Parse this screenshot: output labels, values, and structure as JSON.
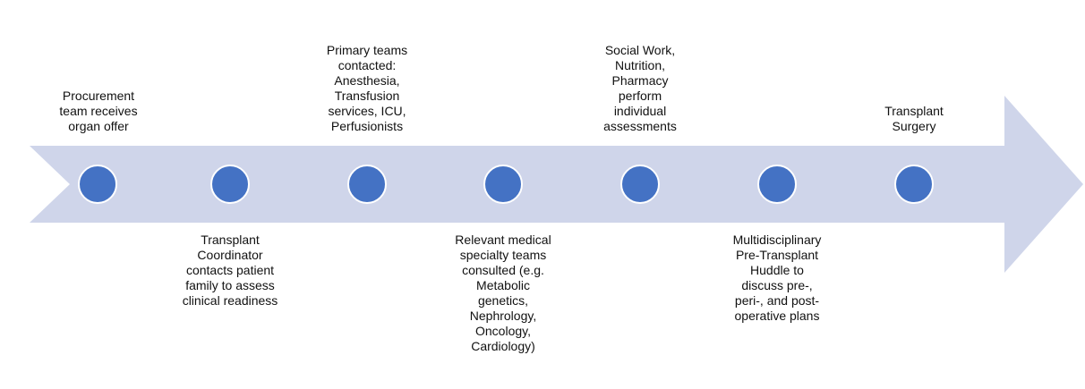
{
  "colors": {
    "arrow": "#cfd5ea",
    "marker": "#4472c4"
  },
  "timeline": {
    "steps": [
      {
        "label": "Procurement\nteam receives\norgan offer",
        "position": "above"
      },
      {
        "label": "Transplant\nCoordinator\ncontacts patient\nfamily to assess\nclinical readiness",
        "position": "below"
      },
      {
        "label": "Primary teams\ncontacted:\nAnesthesia,\nTransfusion\nservices, ICU,\nPerfusionists",
        "position": "above"
      },
      {
        "label": "Relevant medical\nspecialty teams\nconsulted (e.g.\nMetabolic\ngenetics,\nNephrology,\nOncology,\nCardiology)",
        "position": "below"
      },
      {
        "label": "Social Work,\nNutrition,\nPharmacy\nperform\nindividual\nassessments",
        "position": "above"
      },
      {
        "label": "Multidisciplinary\nPre-Transplant\nHuddle to\ndiscuss pre-,\nperi-, and post-\noperative plans",
        "position": "below"
      },
      {
        "label": "Transplant\nSurgery",
        "position": "above"
      }
    ]
  }
}
